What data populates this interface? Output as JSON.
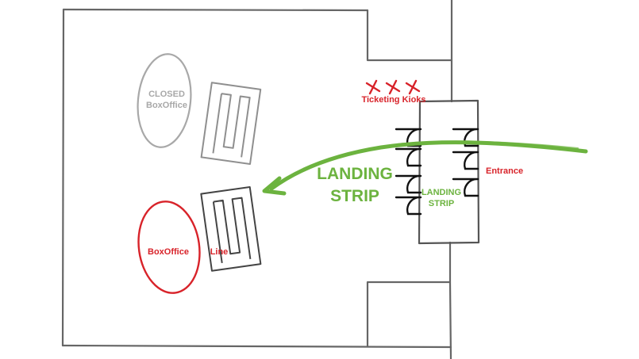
{
  "labels": {
    "closed_line1": "CLOSED",
    "closed_line2": "BoxOffice",
    "boxoffice": "BoxOffice",
    "line": "Line",
    "kiosks": "Ticketing Kioks",
    "landing_big_1": "LANDING",
    "landing_big_2": "STRIP",
    "landing_small_1": "LANDING",
    "landing_small_2": "STRIP",
    "entrance": "Entrance"
  },
  "icons": {
    "kiosk_marker": "x-mark-icon",
    "gate": "turnstile-gate-icon"
  },
  "colors": {
    "stroke": "#555555",
    "dark": "#222222",
    "gray": "#a8a8a8",
    "red": "#d8232a",
    "green": "#6cb33f"
  }
}
